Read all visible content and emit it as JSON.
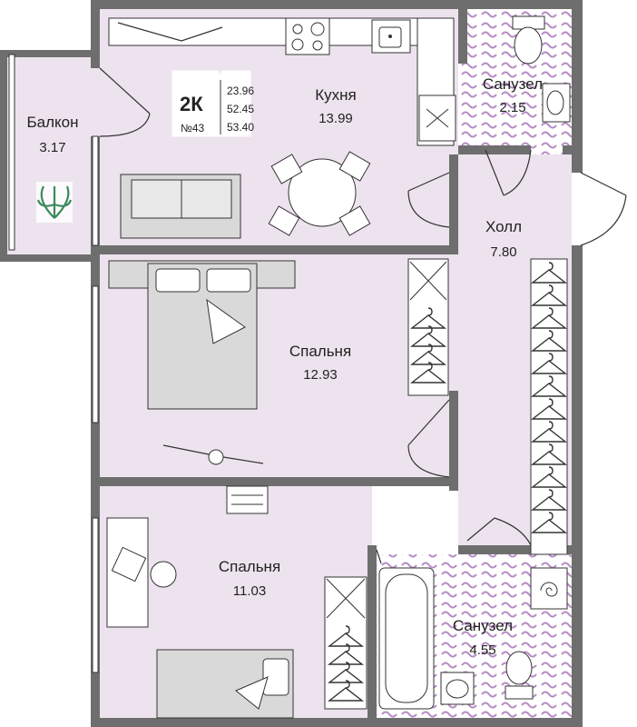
{
  "colors": {
    "room_fill": "#ede3ee",
    "wall": "#6e6e6e",
    "furniture": "#d9d9d9",
    "line": "#333333",
    "tile": "#b68bc4",
    "plant": "#3a8a5a"
  },
  "badge": {
    "type": "2К",
    "number": "№43",
    "areas": [
      "23.96",
      "52.45",
      "53.40"
    ]
  },
  "rooms": [
    {
      "id": "kitchen",
      "name": "Кухня",
      "area": "13.99"
    },
    {
      "id": "balcony",
      "name": "Балкон",
      "area": "3.17"
    },
    {
      "id": "bath_top",
      "name": "Санузел",
      "area": "2.15"
    },
    {
      "id": "hall",
      "name": "Холл",
      "area": "7.80"
    },
    {
      "id": "bedroom1",
      "name": "Спальня",
      "area": "12.93"
    },
    {
      "id": "bedroom2",
      "name": "Спальня",
      "area": "11.03"
    },
    {
      "id": "bath_bottom",
      "name": "Санузел",
      "area": "4.55"
    }
  ],
  "icons": [
    "sofa-icon",
    "dining-table-icon",
    "stove-icon",
    "sink-icon",
    "toilet-icon",
    "washbasin-icon",
    "double-bed-icon",
    "wardrobe-icon",
    "desk-icon",
    "laptop-icon",
    "chair-icon",
    "bathtub-icon",
    "washing-machine-icon",
    "plant-icon",
    "hanger-icon",
    "single-bed-icon"
  ]
}
